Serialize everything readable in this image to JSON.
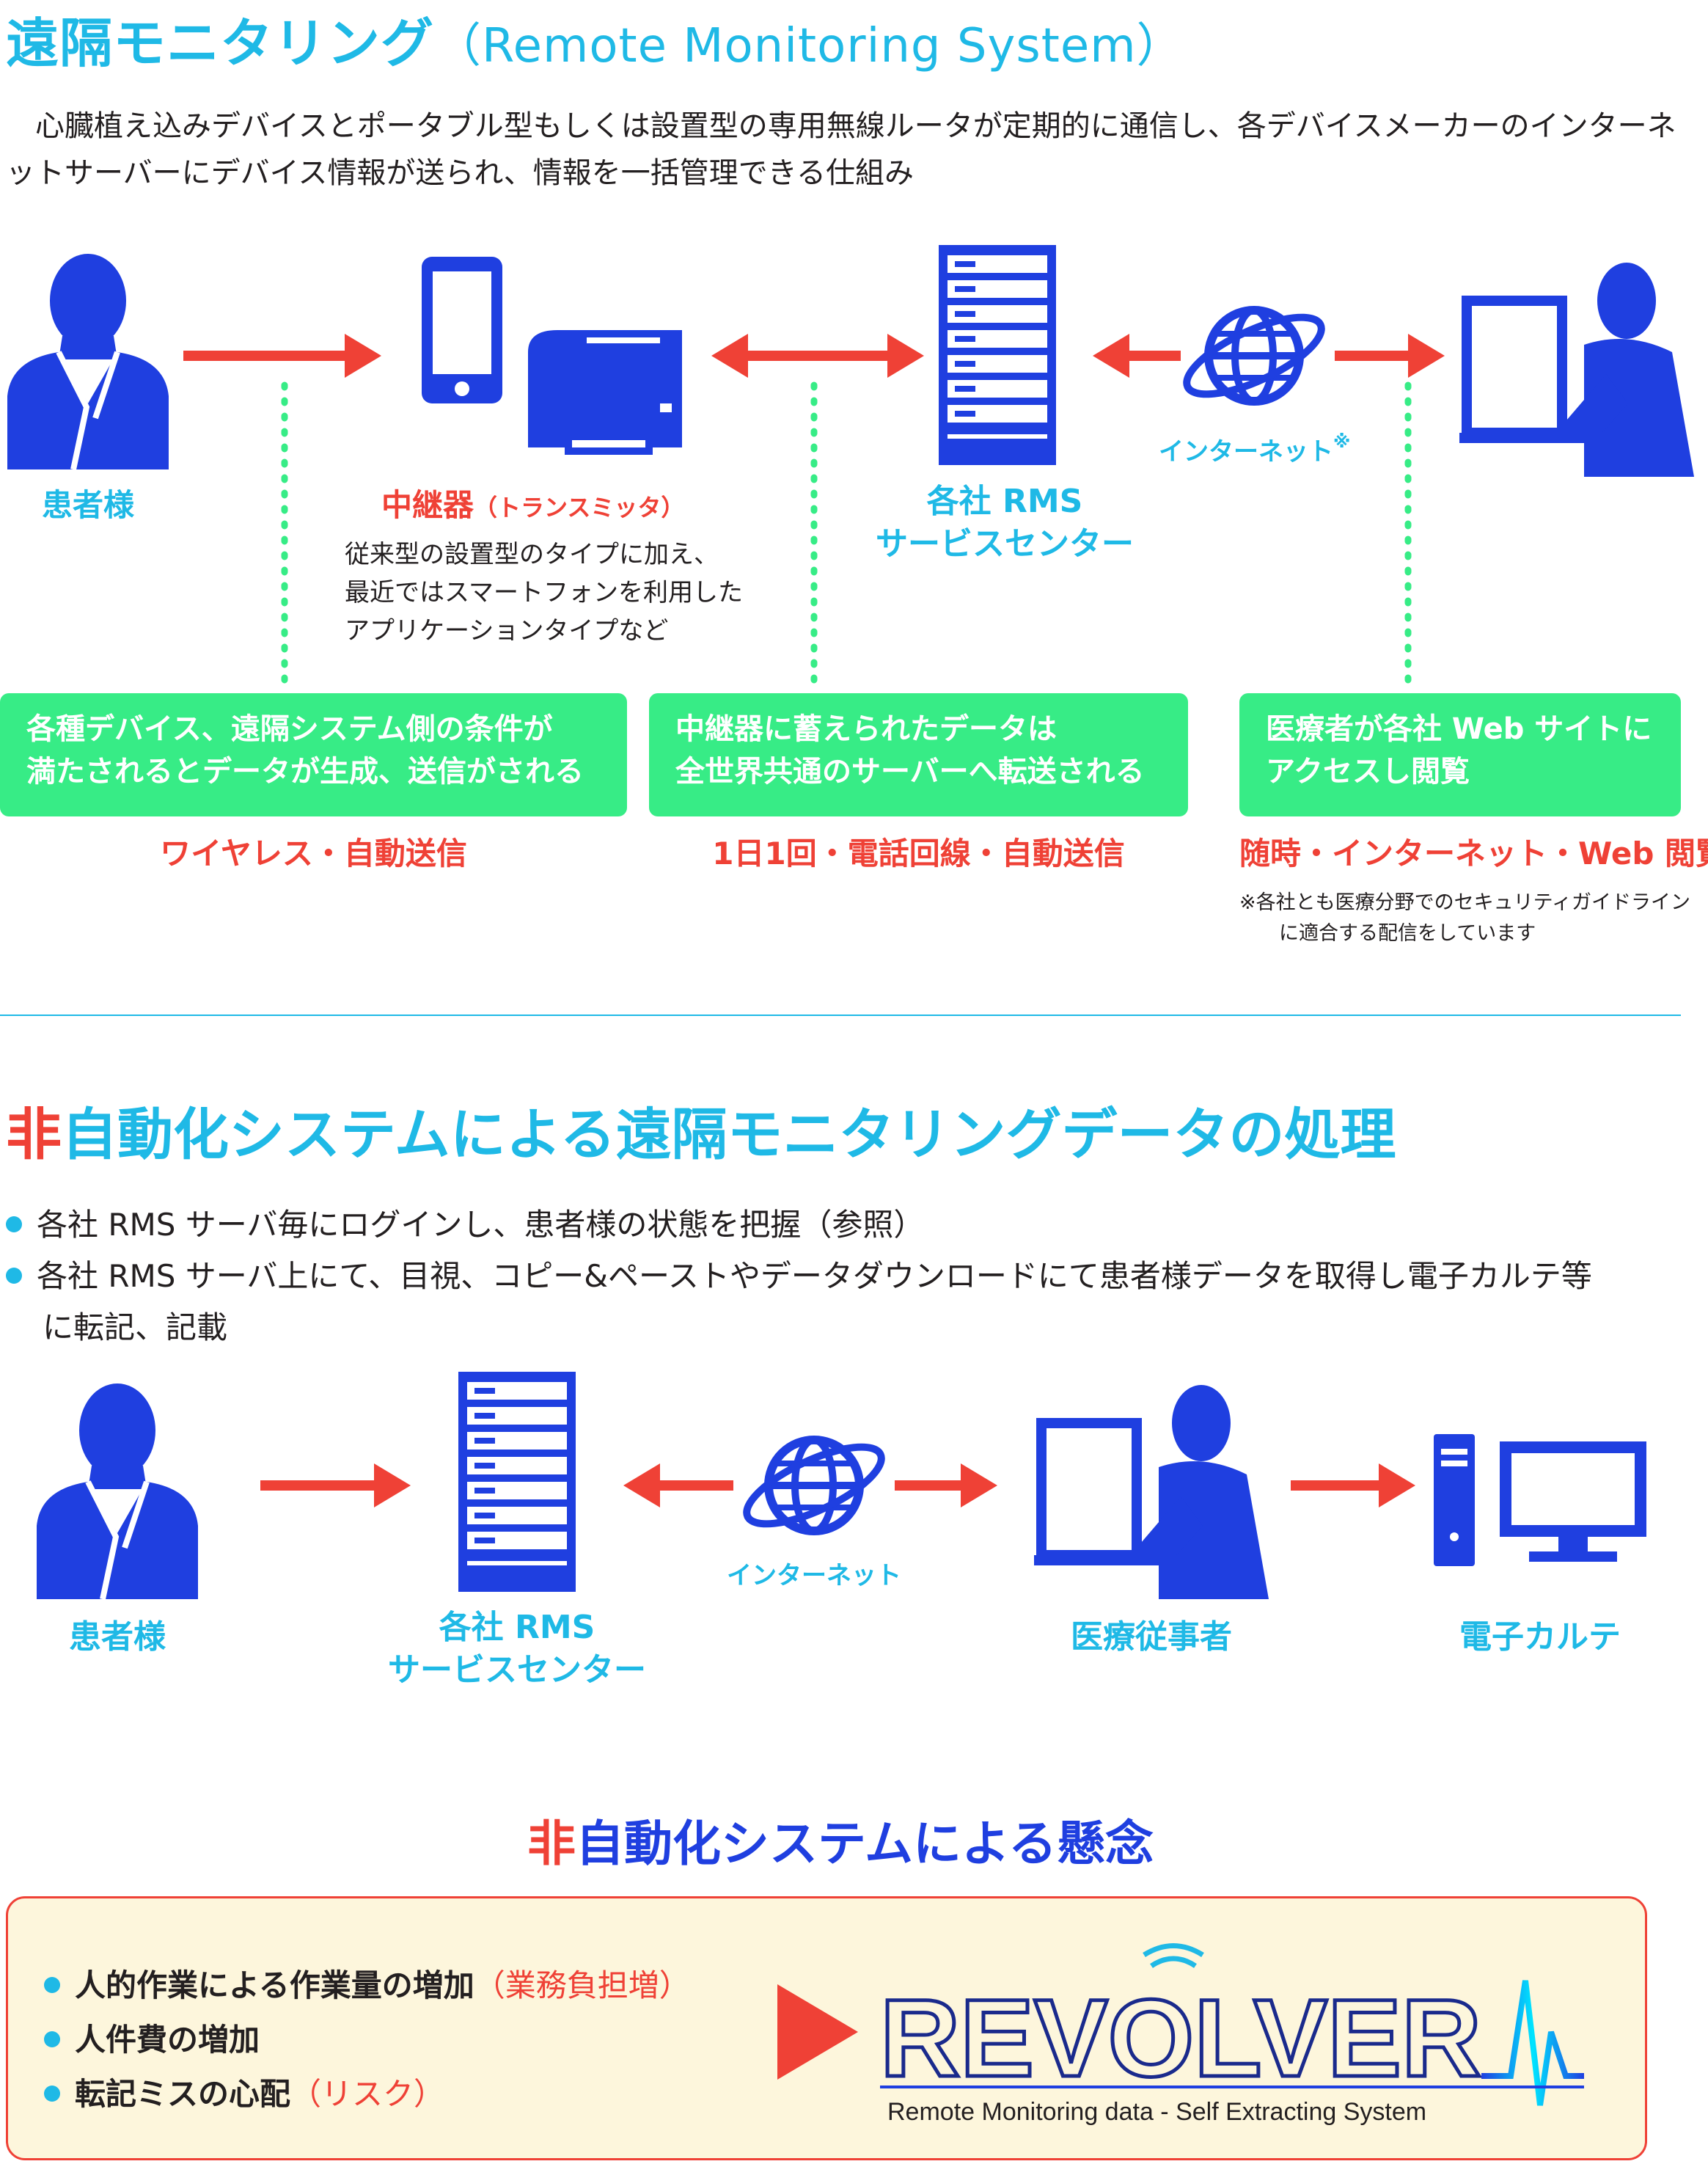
{
  "header": {
    "title": "遠隔モニタリング",
    "title_en": "（Remote Monitoring System）",
    "intro": "　心臓植え込みデバイスとポータブル型もしくは設置型の専用無線ルータが定期的に通信し、各デバイスメーカーのインターネットサーバーにデバイス情報が送られ、情報を一括管理できる仕組み"
  },
  "diagram1": {
    "patient_label": "患者様",
    "relay_label": "中継器",
    "relay_sub": "（トランスミッタ）",
    "relay_note": [
      "従来型の設置型のタイプに加え、",
      "最近ではスマートフォンを利用した",
      "アプリケーションタイプなど"
    ],
    "rms_label_1": "各社 RMS",
    "rms_label_2": "サービスセンター",
    "internet_label": "インターネット",
    "internet_mark": "※",
    "boxes": [
      {
        "line1": "各種デバイス、遠隔システム側の条件が",
        "line2": "満たされるとデータが生成、送信がされる",
        "caption": "ワイヤレス・自動送信"
      },
      {
        "line1": "中継器に蓄えられたデータは",
        "line2": "全世界共通のサーバーへ転送される",
        "caption": "1日1回・電話回線・自動送信"
      },
      {
        "line1": "医療者が各社 Web サイトに",
        "line2": "アクセスし閲覧",
        "caption": "随時・インターネット・Web 閲覧"
      }
    ],
    "footnote_1": "※各社とも医療分野でのセキュリティガイドライン",
    "footnote_2": "に適合する配信をしています"
  },
  "section2": {
    "title_prefix": "非",
    "title_rest": "自動化システムによる遠隔モニタリングデータの処理",
    "bullets": [
      "各社 RMS サーバ毎にログインし、患者様の状態を把握（参照）",
      "各社 RMS サーバ上にて、目視、コピー&ペーストやデータダウンロードにて患者様データを取得し電子カルテ等",
      "に転記、記載"
    ]
  },
  "diagram2": {
    "patient_label": "患者様",
    "rms_label_1": "各社 RMS",
    "rms_label_2": "サービスセンター",
    "internet_label": "インターネット",
    "staff_label": "医療従事者",
    "emr_label": "電子カルテ"
  },
  "section3": {
    "title_prefix": "非",
    "title_rest": "自動化システムによる懸念",
    "concerns": [
      {
        "text": "人的作業による作業量の増加",
        "note": "（業務負担増）"
      },
      {
        "text": "人件費の増加",
        "note": ""
      },
      {
        "text": "転記ミスの心配",
        "note": "（リスク）"
      }
    ]
  },
  "logo": {
    "name": "REVOLVER",
    "tagline": "Remote Monitoring data - Self Extracting System"
  },
  "colors": {
    "blue": "#1f3fe0",
    "cyan": "#1fb9e6",
    "red": "#ef4136",
    "green": "#37ec86"
  }
}
